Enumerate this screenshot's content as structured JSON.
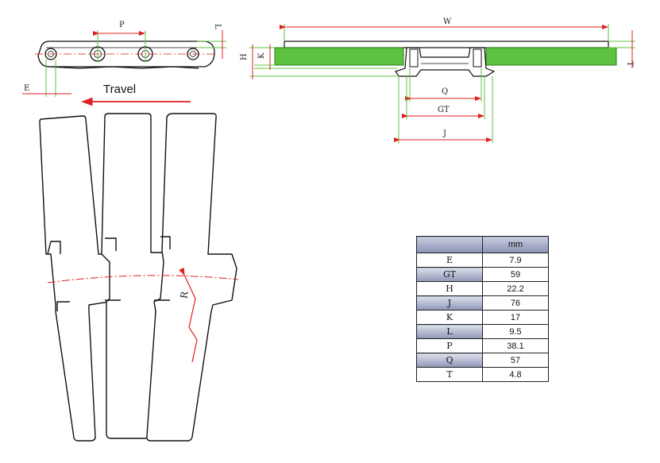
{
  "colors": {
    "dimension_green": "#5cc23f",
    "dimension_red": "#e02020",
    "pad_green": "#5cc23f",
    "outline": "#111111"
  },
  "side_view": {
    "labels": {
      "P": "P",
      "L": "L",
      "E": "E"
    },
    "travel_label": "Travel"
  },
  "cross_section": {
    "labels": {
      "W": "W",
      "H": "H",
      "K": "K",
      "T": "T",
      "Q": "Q",
      "GT": "GT",
      "J": "J"
    }
  },
  "plan_view": {
    "radius_label": "R"
  },
  "dimension_table": {
    "header_unit": "mm",
    "rows": [
      {
        "symbol": "E",
        "value": "7.9"
      },
      {
        "symbol": "GT",
        "value": "59"
      },
      {
        "symbol": "H",
        "value": "22.2"
      },
      {
        "symbol": "J",
        "value": "76"
      },
      {
        "symbol": "K",
        "value": "17"
      },
      {
        "symbol": "L",
        "value": "9.5"
      },
      {
        "symbol": "P",
        "value": "38.1"
      },
      {
        "symbol": "Q",
        "value": "57"
      },
      {
        "symbol": "T",
        "value": "4.8"
      }
    ]
  }
}
